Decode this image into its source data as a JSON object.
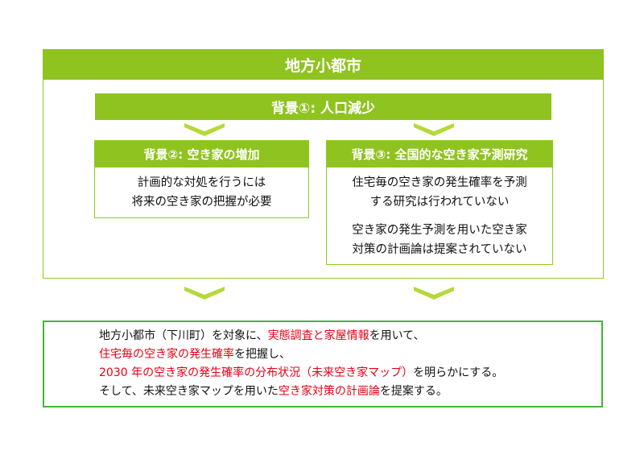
{
  "title": "地方小都市",
  "background1": "背景①: 人口減少",
  "background2": {
    "header": "背景②: 空き家の増加",
    "lines": [
      "計画的な対処を行うには",
      "将来の空き家の把握が必要"
    ]
  },
  "background3": {
    "header": "背景③: 全国的な空き家予測研究",
    "lines": [
      "住宅毎の空き家の発生確率を予測",
      "する研究は行われていない",
      "空き家の発生予測を用いた空き家",
      "対策の計画論は提案されていない"
    ]
  },
  "conclusion": {
    "line1": {
      "a": "地方小都市（下川町）を対象に、",
      "b": "実態調査と家屋情報",
      "c": "を用いて、"
    },
    "line2": {
      "a": "住宅毎の空き家の発生確率",
      "b": "を把握し、"
    },
    "line3": {
      "a": "2030 年の空き家の発生確率の分布状況（未来空き家マップ）",
      "b": "を明らかにする。"
    },
    "line4": {
      "a": "そして、未来空き家マップを用いた",
      "b": "空き家対策の計画論",
      "c": "を提案する。"
    }
  },
  "colors": {
    "bar": "#8fc31f",
    "arrow": "#b5d93a",
    "bottom_border": "#44b336",
    "highlight": "#e60012"
  }
}
